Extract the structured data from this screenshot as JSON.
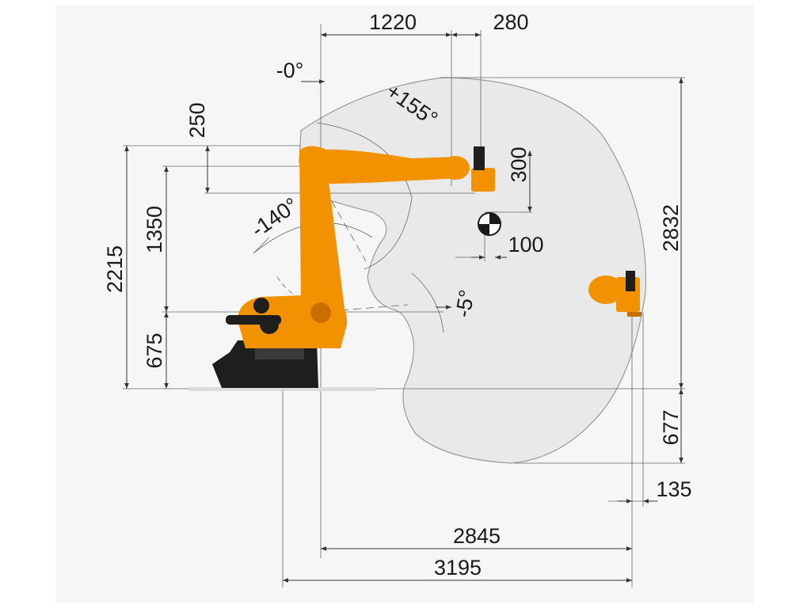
{
  "diagram": {
    "colors": {
      "background": "#ffffff",
      "panel": "#f6f6f6",
      "work_envelope": "#e9e9e9",
      "envelope_edge": "#9a9a9a",
      "robot_orange": "#f39200",
      "robot_orange_dark": "#c96f00",
      "robot_black": "#1e1e1e",
      "dimension_line": "#333333"
    },
    "dimensions": {
      "top_reach": "1220",
      "top_flange": "280",
      "axis_height": "250",
      "tool_offset": "300",
      "center_offset": "100",
      "total_height": "2215",
      "arm_length": "1350",
      "base_height": "675",
      "max_height": "2832",
      "below_floor": "677",
      "flange_offset": "135",
      "reach_axis": "2845",
      "reach_total": "3195"
    },
    "angles": {
      "a_neg0": "-0°",
      "a_pos155": "+155°",
      "a_neg140": "-140°",
      "a_neg5": "-5°"
    },
    "icons": {
      "tcp_marker": "center-of-gravity-icon",
      "robot": "industrial-robot-icon"
    }
  }
}
